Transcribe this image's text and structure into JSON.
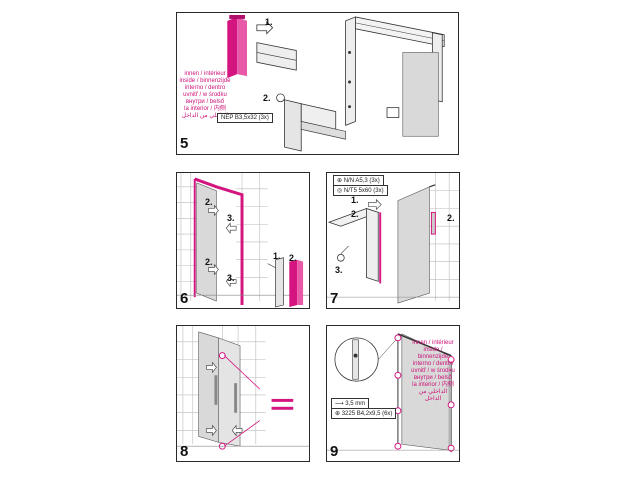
{
  "panels": {
    "p5": {
      "step": "5",
      "labels": [
        "1.",
        "2."
      ],
      "callout": [
        "innen / intérieur",
        "inside / binnenzijde",
        "interno / dentro",
        "uvnitř / w środku",
        "внутри / belső",
        "la interior / 内侧",
        "الداخلي من الداخل"
      ],
      "part": "NEP B3,5x32 (3x)"
    },
    "p6": {
      "step": "6",
      "labels": [
        "2.",
        "3.",
        "2.",
        "3.",
        "1.",
        "2."
      ]
    },
    "p7": {
      "step": "7",
      "parts": [
        "N/N A5,3 (3x)",
        "N/T5 5x60 (3x)"
      ],
      "labels": [
        "1.",
        "2.",
        "3.",
        "2."
      ]
    },
    "p8": {
      "step": "8"
    },
    "p9": {
      "step": "9",
      "callout": [
        "innen / intérieur",
        "inside / binnenzijde",
        "interno / dentro",
        "uvnitř / w środku",
        "внутри / belső",
        "la interior / 内侧",
        "الداخلي من الداخل"
      ],
      "part1": "3,5 mm",
      "part2": "3225 B4,2x9,5 (6x)"
    }
  },
  "colors": {
    "accent": "#d4157f",
    "line": "#333333",
    "glass": "#d9d9d9"
  }
}
